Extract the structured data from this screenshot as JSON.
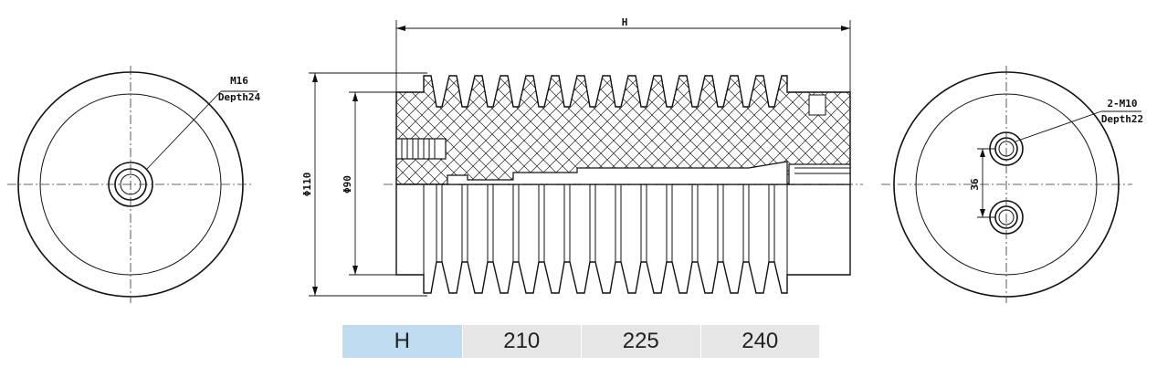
{
  "left_view": {
    "thread_label": "M16",
    "depth_label": "Depth24"
  },
  "side_view": {
    "length_label": "H",
    "outer_dia_label": "Φ110",
    "inner_dia_label": "Φ90"
  },
  "right_view": {
    "thread_label": "2-M10",
    "depth_label": "Depth22",
    "spacing_label": "36"
  },
  "table": {
    "header": "H",
    "values": [
      "210",
      "225",
      "240"
    ]
  },
  "colors": {
    "table_header_bg": "#bfdcf1",
    "table_cell_bg": "#e6e6e6"
  }
}
